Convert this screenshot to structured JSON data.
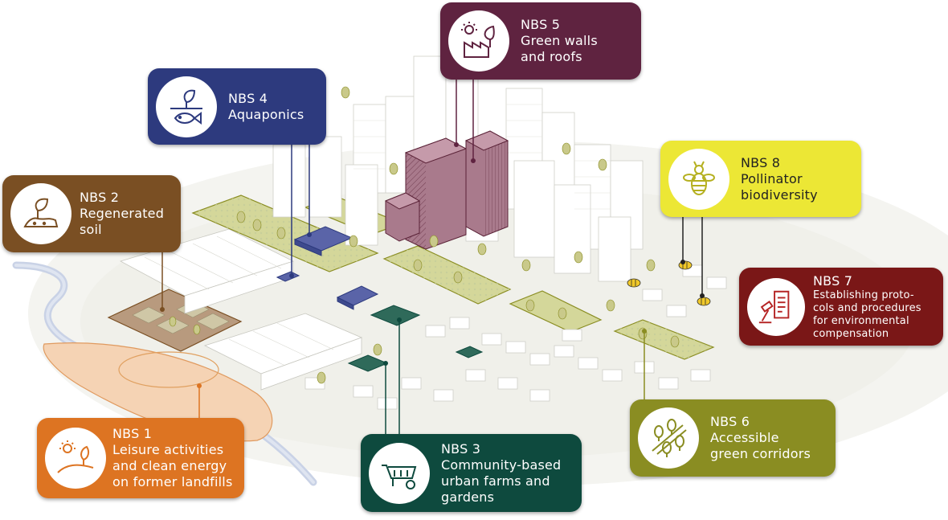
{
  "cards": {
    "nbs1": {
      "lines": [
        "NBS 1",
        "Leisure activities",
        "and clean energy",
        "on former landfills"
      ],
      "color": "#dd7422",
      "icon": "sun-plant-hill-icon"
    },
    "nbs2": {
      "lines": [
        "NBS 2",
        "Regenerated",
        "soil"
      ],
      "color": "#7a4f23",
      "icon": "soil-sprout-icon"
    },
    "nbs3": {
      "lines": [
        "NBS 3",
        "Community-based",
        "urban farms and",
        "gardens"
      ],
      "color": "#0e4a3e",
      "icon": "wheelbarrow-icon"
    },
    "nbs4": {
      "lines": [
        "NBS 4",
        "Aquaponics"
      ],
      "color": "#2d3a7e",
      "icon": "fish-plant-icon"
    },
    "nbs5": {
      "lines": [
        "NBS 5",
        "Green walls",
        "and roofs"
      ],
      "color": "#5f2340",
      "icon": "factory-sun-leaf-icon"
    },
    "nbs6": {
      "lines": [
        "NBS 6",
        "Accessible",
        "green corridors"
      ],
      "color": "#8a8d22",
      "icon": "tree-corridor-icon"
    },
    "nbs7": {
      "lines": [
        "NBS 7",
        "Establishing proto-",
        "cols and procedures",
        "for environmental",
        "compensation"
      ],
      "color": "#7a1717",
      "icon": "gavel-document-icon"
    },
    "nbs8": {
      "lines": [
        "NBS 8",
        "Pollinator",
        "biodiversity"
      ],
      "color": "#ece735",
      "icon": "bee-icon"
    }
  }
}
